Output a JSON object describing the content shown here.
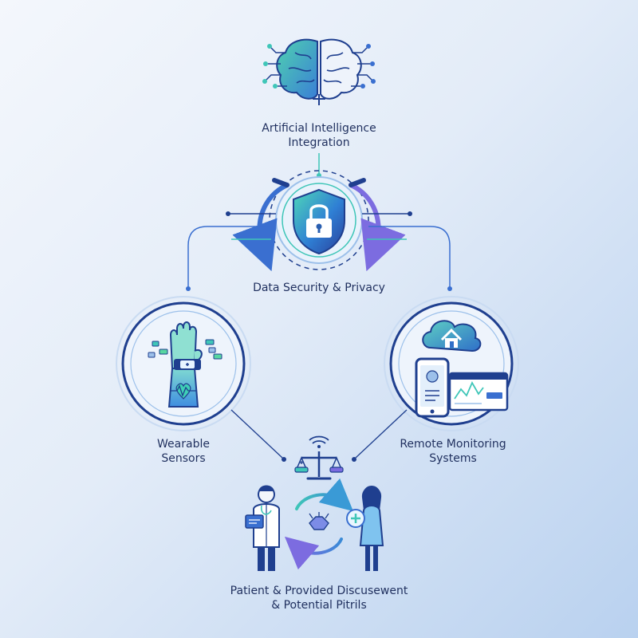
{
  "nodes": {
    "ai": {
      "line1": "Artificial Intelligence",
      "line2": "Integration"
    },
    "security": {
      "line1": "Data Security & Privacy"
    },
    "wearable": {
      "line1": "Wearable",
      "line2": "Sensors"
    },
    "remote": {
      "line1": "Remote Monitoring",
      "line2": "Systems"
    },
    "discussion": {
      "line1": "Patient & Provided Discusewent",
      "line2": "& Potential Pitrils"
    }
  },
  "colors": {
    "navy": "#1f3f8f",
    "blue": "#3a6fd0",
    "teal": "#3fc6b8",
    "purple": "#7c6ce0",
    "green": "#58d6a0"
  }
}
